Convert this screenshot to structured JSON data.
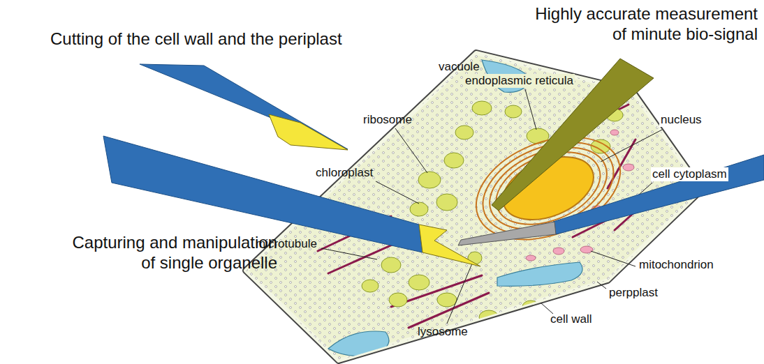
{
  "diagram": {
    "labels": [
      "Highly accurate measurement of minute bio-signal",
      "Cutting of the cell wall and the periplast",
      "vacuole",
      "endoplasmic reticula",
      "ribosome",
      "nucleus",
      "chloroplast",
      "cell cytoplasm",
      "Capturing and manipulation of single organelle",
      "microtubule",
      "mitochondrion",
      "perpplast",
      "lysosome",
      "cell wall"
    ]
  }
}
